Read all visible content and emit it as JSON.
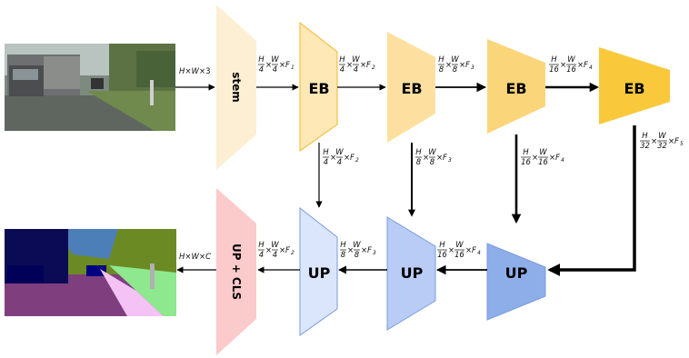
{
  "blocks": {
    "stem": "stem",
    "encoder": [
      "EB",
      "EB",
      "EB",
      "EB"
    ],
    "decoder": [
      "UP",
      "UP",
      "UP"
    ],
    "head": "UP + CLS"
  },
  "labels": {
    "input": {
      "H": "H",
      "x1": "×",
      "W": "W",
      "x2": "×",
      "C": "3"
    },
    "f1": {
      "H": "H",
      "Hd": "4",
      "x1": "×",
      "W": "W",
      "Wd": "4",
      "x2": "×",
      "F": "F",
      "Fs": "1"
    },
    "f2": {
      "H": "H",
      "Hd": "4",
      "x1": "×",
      "W": "W",
      "Wd": "4",
      "x2": "×",
      "F": "F",
      "Fs": "2"
    },
    "f3": {
      "H": "H",
      "Hd": "8",
      "x1": "×",
      "W": "W",
      "Wd": "8",
      "x2": "×",
      "F": "F",
      "Fs": "3"
    },
    "f4": {
      "H": "H",
      "Hd": "16",
      "x1": "×",
      "W": "W",
      "Wd": "16",
      "x2": "×",
      "F": "F",
      "Fs": "4"
    },
    "f5": {
      "H": "H",
      "Hd": "32",
      "x1": "×",
      "W": "W",
      "Wd": "32",
      "x2": "×",
      "F": "F",
      "Fs": "5"
    },
    "s2": {
      "H": "H",
      "Hd": "4",
      "x1": "×",
      "W": "W",
      "Wd": "4",
      "x2": "×",
      "F": "F",
      "Fs": "2"
    },
    "s3": {
      "H": "H",
      "Hd": "8",
      "x1": "×",
      "W": "W",
      "Wd": "8",
      "x2": "×",
      "F": "F",
      "Fs": "3"
    },
    "s4": {
      "H": "H",
      "Hd": "16",
      "x1": "×",
      "W": "W",
      "Wd": "16",
      "x2": "×",
      "F": "F",
      "Fs": "4"
    },
    "d3": {
      "H": "H",
      "Hd": "8",
      "x1": "×",
      "W": "W",
      "Wd": "8",
      "x2": "×",
      "F": "F",
      "Fs": "3"
    },
    "d2": {
      "H": "H",
      "Hd": "4",
      "x1": "×",
      "W": "W",
      "Wd": "4",
      "x2": "×",
      "F": "F",
      "Fs": "2"
    },
    "d4": {
      "H": "H",
      "Hd": "16",
      "x1": "×",
      "W": "W",
      "Wd": "16",
      "x2": "×",
      "F": "F",
      "Fs": "4"
    },
    "output": {
      "H": "H",
      "x1": "×",
      "W": "W",
      "x2": "×",
      "C": "C"
    }
  },
  "colors": {
    "stem": "#fdefd3",
    "eb": [
      "#fde8b6",
      "#fde0a0",
      "#fbd57a",
      "#f9c93b"
    ],
    "eb_stroke": "#f2b92a",
    "up": [
      "#dbe5fb",
      "#b8ccf5",
      "#8eaee9"
    ],
    "up_stroke": "#7a9ce0",
    "head": "#fbcaca"
  }
}
